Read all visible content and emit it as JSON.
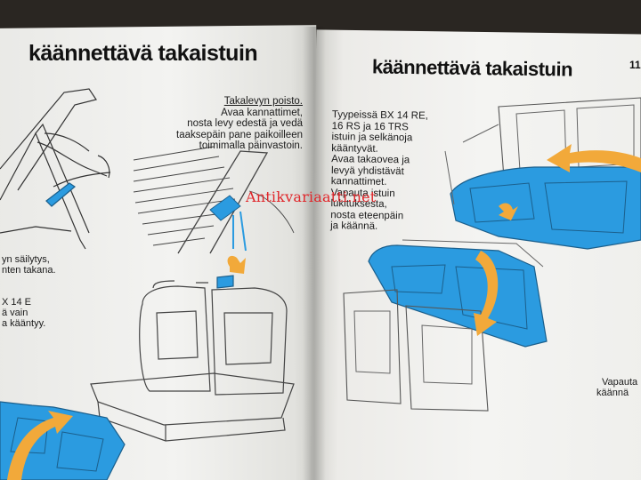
{
  "left_page": {
    "heading": "käännettävä takaistuin",
    "caption": {
      "title": "Takalevyn poisto.",
      "lines": [
        "Avaa kannattimet,",
        "nosta levy edestä ja vedä",
        "taaksepäin pane paikoilleen",
        "toimimalla päinvastoin."
      ]
    },
    "fragments": [
      "yn säilytys,",
      "nten takana.",
      "X 14 E",
      "ä vain",
      "a kääntyy."
    ]
  },
  "right_page": {
    "heading": "käännettävä takaistuin",
    "page_number": "11",
    "caption_lines": [
      "Tyypeissä BX 14 RE,",
      "16 RS ja 16 TRS",
      "istuin ja selkänoja",
      "kääntyvät.",
      "Avaa takaovea ja",
      "levyä yhdistävät",
      "kannattimet.",
      "Vapauta istuin",
      "lukituksesta,",
      "nosta eteenpäin",
      "ja käännä."
    ],
    "fragments": [
      "Vapauta",
      "käännä"
    ]
  },
  "watermark": "Antikvariaatti.net",
  "colors": {
    "seat_blue": "#2b9be0",
    "arrow_orange": "#f2a93a",
    "ink": "#1b1b1b",
    "watermark": "#e0262a"
  }
}
